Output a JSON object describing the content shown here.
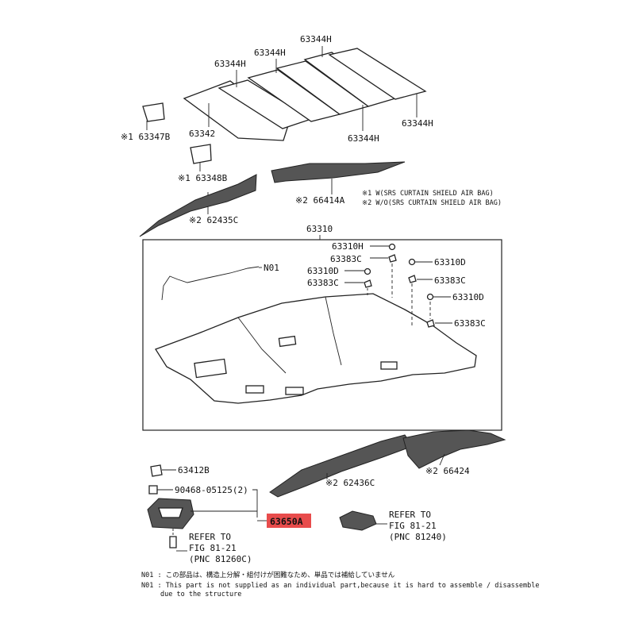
{
  "labels": {
    "p63344h_1": "63344H",
    "p63344h_2": "63344H",
    "p63344h_3": "63344H",
    "p63344h_4": "63344H",
    "p63344h_5": "63344H",
    "p63347b": "※1 63347B",
    "p63342": "63342",
    "p63348b": "※1 63348B",
    "p66414a": "※2 66414A",
    "p62435c": "※2 62435C",
    "legend1": "※1 W(SRS CURTAIN SHIELD AIR BAG)",
    "legend2": "※2 W/O(SRS CURTAIN SHIELD AIR BAG)",
    "p63310": "63310",
    "n01": "N01",
    "p63310h": "63310H",
    "p63383c_1": "63383C",
    "p63310d_1": "63310D",
    "p63383c_2": "63383C",
    "p63310d_2": "63310D",
    "p63383c_3": "63383C",
    "p63310d_3": "63310D",
    "p63383c_4": "63383C",
    "p63412b": "63412B",
    "p62436c": "※2 62436C",
    "p66424": "※2 66424",
    "p90468": "90468-05125(2)",
    "p63650a": "63650A",
    "refer1_line1": "REFER TO",
    "refer1_line2": "FIG 81-21",
    "refer1_line3": "(PNC 81260C)",
    "refer2_line1": "REFER TO",
    "refer2_line2": "FIG 81-21",
    "refer2_line3": "(PNC 81240)",
    "note_jp": "N01 : この部品は、構造上分解・組付けが困難なため、単品では補給していません",
    "note_en1": "N01 : This part is not supplied as an individual part,because it is hard to assemble / disassemble",
    "note_en2": "due to the structure"
  },
  "highlight_color": "#e84c4c"
}
